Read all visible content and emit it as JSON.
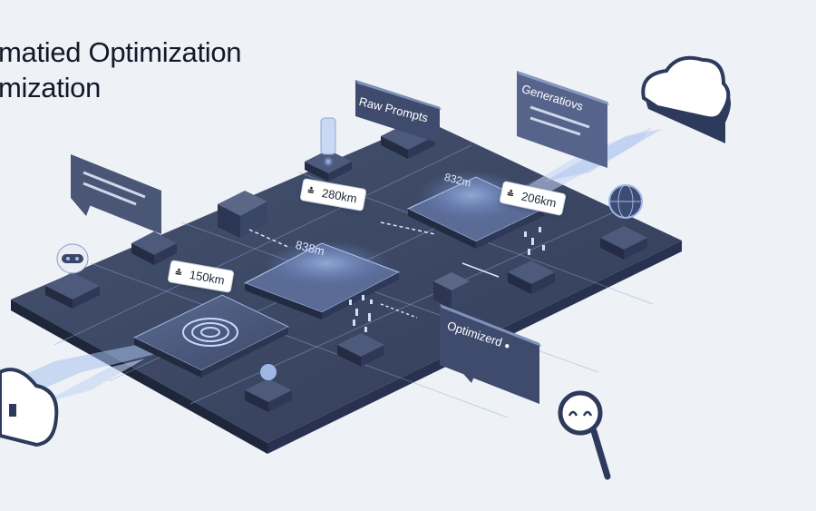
{
  "headline": {
    "line1": "matied Optimization",
    "line2": "mization"
  },
  "labels": {
    "raw_prompts": "Raw Prompts",
    "generations": "Generatiovs",
    "optimized": "Optimizerd",
    "optimized_mark": "●",
    "dist_top": "280km",
    "dist_right": "206km",
    "dist_left": "150km",
    "dist_center": "838m",
    "dist_center2": "832m"
  },
  "icons": {
    "route": "⩮"
  },
  "colors": {
    "background": "#eef1f6",
    "platform_top": "#3b4766",
    "platform_side": "#252e45",
    "accent_glow": "#8fb8ff",
    "card_dark": "#4a5675"
  }
}
